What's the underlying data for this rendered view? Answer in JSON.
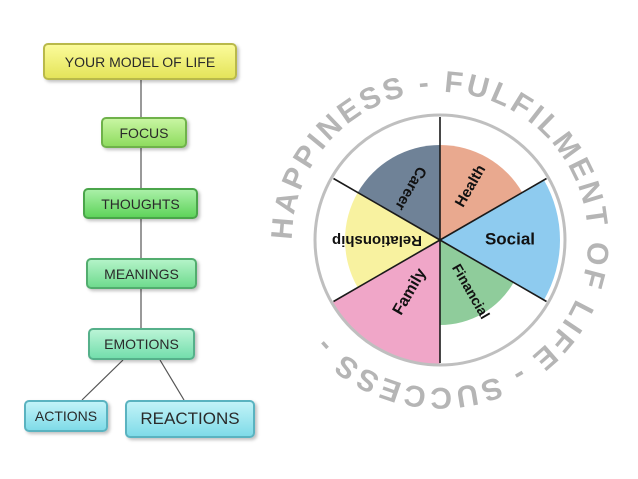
{
  "flow": {
    "nodes": {
      "model": "YOUR MODEL OF LIFE",
      "focus": "FOCUS",
      "thoughts": "THOUGHTS",
      "meanings": "MEANINGS",
      "emotions": "EMOTIONS",
      "actions": "ACTIONS",
      "reactions": "REACTIONS"
    }
  },
  "wheel": {
    "ring_text": "HAPPINESS - FULFILMENT OF LIFE - SUCCESS -",
    "segments": {
      "health": "Health",
      "social": "Social",
      "financial": "Financial",
      "family": "Family",
      "relationship": "Relationship",
      "career": "Career"
    },
    "colors": {
      "health": "#e9a98f",
      "social": "#8ecbef",
      "financial": "#8fcc9b",
      "family": "#f0a6c8",
      "relationship": "#f8f2a0",
      "career": "#6f8297",
      "ring": "#bfbfbf"
    }
  }
}
